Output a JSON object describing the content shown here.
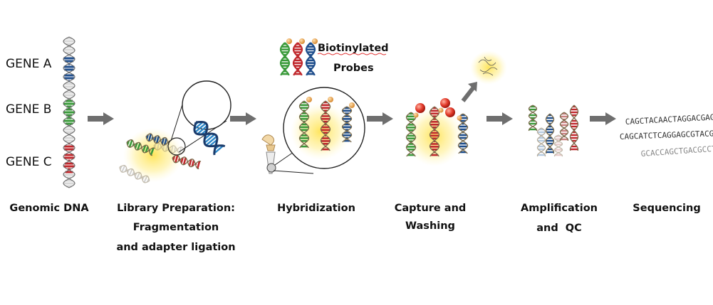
{
  "genes": [
    "GENE A",
    "GENE B",
    "GENE C"
  ],
  "probe_label": [
    "Biotinylated",
    "Probes"
  ],
  "steps": [
    {
      "id": "genomic",
      "lines": [
        "Genomic DNA"
      ]
    },
    {
      "id": "library",
      "lines": [
        "Library Preparation:",
        "Fragmentation",
        "and adapter ligation"
      ]
    },
    {
      "id": "hybrid",
      "lines": [
        "Hybridization"
      ]
    },
    {
      "id": "capture",
      "lines": [
        "Capture and",
        "Washing"
      ]
    },
    {
      "id": "amplify",
      "lines": [
        "Amplification",
        "and  QC"
      ]
    },
    {
      "id": "sequencing",
      "lines": [
        "Sequencing"
      ]
    }
  ],
  "sequences": [
    "CAGCTACAACTAGGACGAGCCTG",
    "CAGCATCTCAGGAGCGTACGC",
    "GCACCAGCTGACGCCT"
  ],
  "colors": {
    "gene_a": "#1f4e8c",
    "gene_b": "#3a9a3a",
    "gene_c": "#c0282d",
    "dna_backbone": "#7a6a4a",
    "arrow": "#6e6e6e",
    "glow": "#ffe24a",
    "biotin": "#e8a040"
  }
}
